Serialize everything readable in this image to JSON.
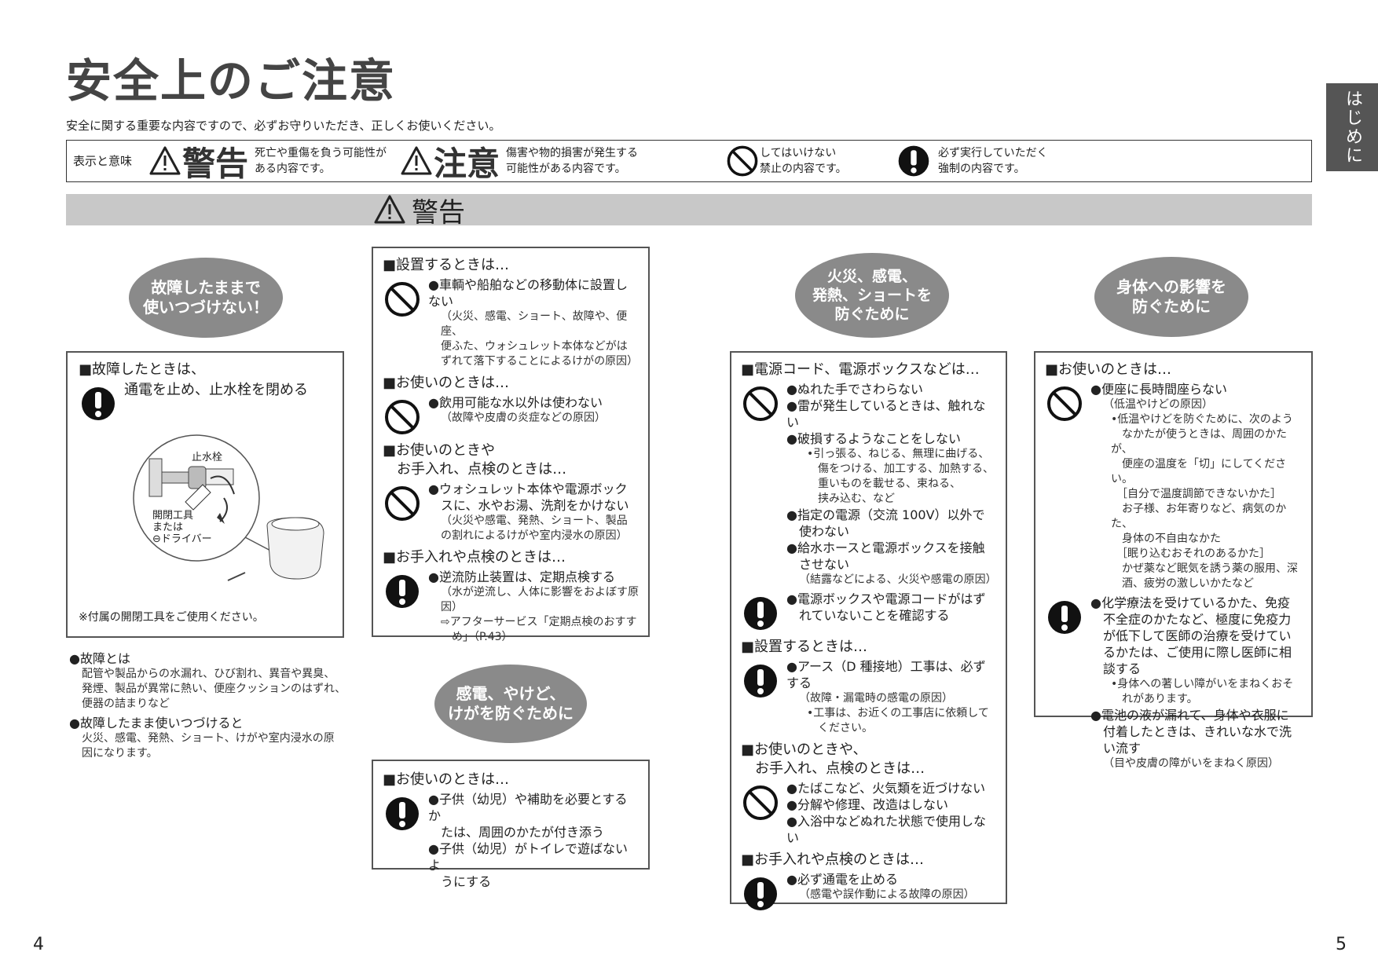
{
  "page_title": "安全上のご注意",
  "intro": "安全に関する重要な内容ですので、必ずお守りいただき、正しくお使いください。",
  "side_tab": "はじめに",
  "legend": {
    "heading": "表示と意味",
    "warning_word": "警告",
    "warning_desc": "死亡や重傷を負う可能性が\nある内容です。",
    "caution_word": "注意",
    "caution_desc": "傷害や物的損害が発生する\n可能性がある内容です。",
    "prohibited_desc": "してはいけない\n禁止の内容です。",
    "mandatory_desc": "必ず実行していただく\n強制の内容です。"
  },
  "banner_title": "警告",
  "col1": {
    "oval": "故障したままで\n使いつづけない！",
    "box_title": "■故障したときは、",
    "box_item": "通電を止め、止水栓を閉める",
    "fig_label_valve": "止水栓",
    "fig_label_tool": "開閉工具\nまたは\n⊖ドライバー",
    "box_note": "※付属の開閉工具をご使用ください。",
    "notes": [
      {
        "head": "●故障とは",
        "body": "配管や製品からの水漏れ、ひび割れ、異音や異臭、\n発煙、製品が異常に熱い、便座クッションのはずれ、\n便器の詰まりなど"
      },
      {
        "head": "●故障したまま使いつづけると",
        "body": "火災、感電、発熱、ショート、けがや室内浸水の原\n因になります。"
      }
    ]
  },
  "col2": {
    "box1": [
      {
        "title": "■設置するときは…",
        "icon": "prohibited",
        "lines": [
          "●車輌や船舶などの移動体に設置しない"
        ],
        "notes": [
          "（火災、感電、ショート、故障や、便座、\n便ふた、ウォシュレット本体などがは\nずれて落下することによるけがの原因）"
        ]
      },
      {
        "title": "■お使いのときは…",
        "icon": "prohibited",
        "lines": [
          "●飲用可能な水以外は使わない"
        ],
        "notes": [
          "（故障や皮膚の炎症などの原因）"
        ]
      },
      {
        "title": "■お使いのときや\n　お手入れ、点検のときは…",
        "icon": "prohibited",
        "lines": [
          "●ウォシュレット本体や電源ボック\n　スに、水やお湯、洗剤をかけない"
        ],
        "notes": [
          "（火災や感電、発熱、ショート、製品\nの割れによるけがや室内浸水の原因）"
        ]
      },
      {
        "title": "■お手入れや点検のときは…",
        "icon": "mandatory",
        "lines": [
          "●逆流防止装置は、定期点検する"
        ],
        "notes": [
          "（水が逆流し、人体に影響をおよぼす原因）\n⇨アフターサービス「定期点検のおすす\n　め」（P.43）"
        ]
      }
    ],
    "oval": "感電、やけど、\nけがを防ぐために",
    "box2": {
      "title": "■お使いのときは…",
      "lines": [
        "●子供（幼児）や補助を必要とするか\n　たは、周囲のかたが付き添う",
        "●子供（幼児）がトイレで遊ばないよ\n　うにする"
      ]
    }
  },
  "col3": {
    "oval": "火災、感電、\n発熱、ショートを\n防ぐために",
    "s1_title": "■電源コード、電源ボックスなどは…",
    "s1_lines": [
      "●ぬれた手でさわらない",
      "●雷が発生しているときは、触れない",
      "●破損するようなことをしない"
    ],
    "s1_sub": "•引っ張る、ねじる、無理に曲げる、\n　傷をつける、加工する、加熱する、\n　重いものを載せる、束ねる、\n　挟み込む、など",
    "s1_lines2": [
      "●指定の電源（交流 100V）以外で\n　使わない",
      "●給水ホースと電源ボックスを接触\n　させない"
    ],
    "s1_note": "（結露などによる、火災や感電の原因）",
    "s1_mand": "●電源ボックスや電源コードがはず\n　れていないことを確認する",
    "s2_title": "■設置するときは…",
    "s2_line": "●アース（D 種接地）工事は、必ずする",
    "s2_note": "（故障・漏電時の感電の原因）",
    "s2_sub": "•工事は、お近くの工事店に依頼して\n　ください。",
    "s3_title": "■お使いのときや、\n　お手入れ、点検のときは…",
    "s3_lines": [
      "●たばこなど、火気類を近づけない",
      "●分解や修理、改造はしない",
      "●入浴中などぬれた状態で使用しない"
    ],
    "s4_title": "■お手入れや点検のときは…",
    "s4_line": "●必ず通電を止める",
    "s4_note": "（感電や誤作動による故障の原因）"
  },
  "col4": {
    "oval": "身体への影響を\n防ぐために",
    "title": "■お使いのときは…",
    "l1": "●便座に長時間座らない",
    "l1_note": "（低温やけどの原因）",
    "l1_sub": "•低温やけどを防ぐために、次のよう\n　なかたが使うときは、周囲のかたが、\n　便座の温度を「切」にしてください。\n　［自分で温度調節できないかた］\n　お子様、お年寄りなど、病気のかた、\n　身体の不自由なかた\n　［眠り込むおそれのあるかた］\n　かぜ薬など眠気を誘う薬の服用、深\n　酒、疲労の激しいかたなど",
    "l2": "●化学療法を受けているかた、免疫\n　不全症のかたなど、極度に免疫力\n　が低下して医師の治療を受けてい\n　るかたは、ご使用に際し医師に相\n　談する",
    "l2_sub": "•身体への著しい障がいをまねくおそ\n　れがあります。",
    "l3": "●電池の液が漏れて、身体や衣服に\n　付着したときは、きれいな水で洗\n　い流す",
    "l3_note": "（目や皮膚の障がいをまねく原因）"
  },
  "page_left": "4",
  "page_right": "5"
}
